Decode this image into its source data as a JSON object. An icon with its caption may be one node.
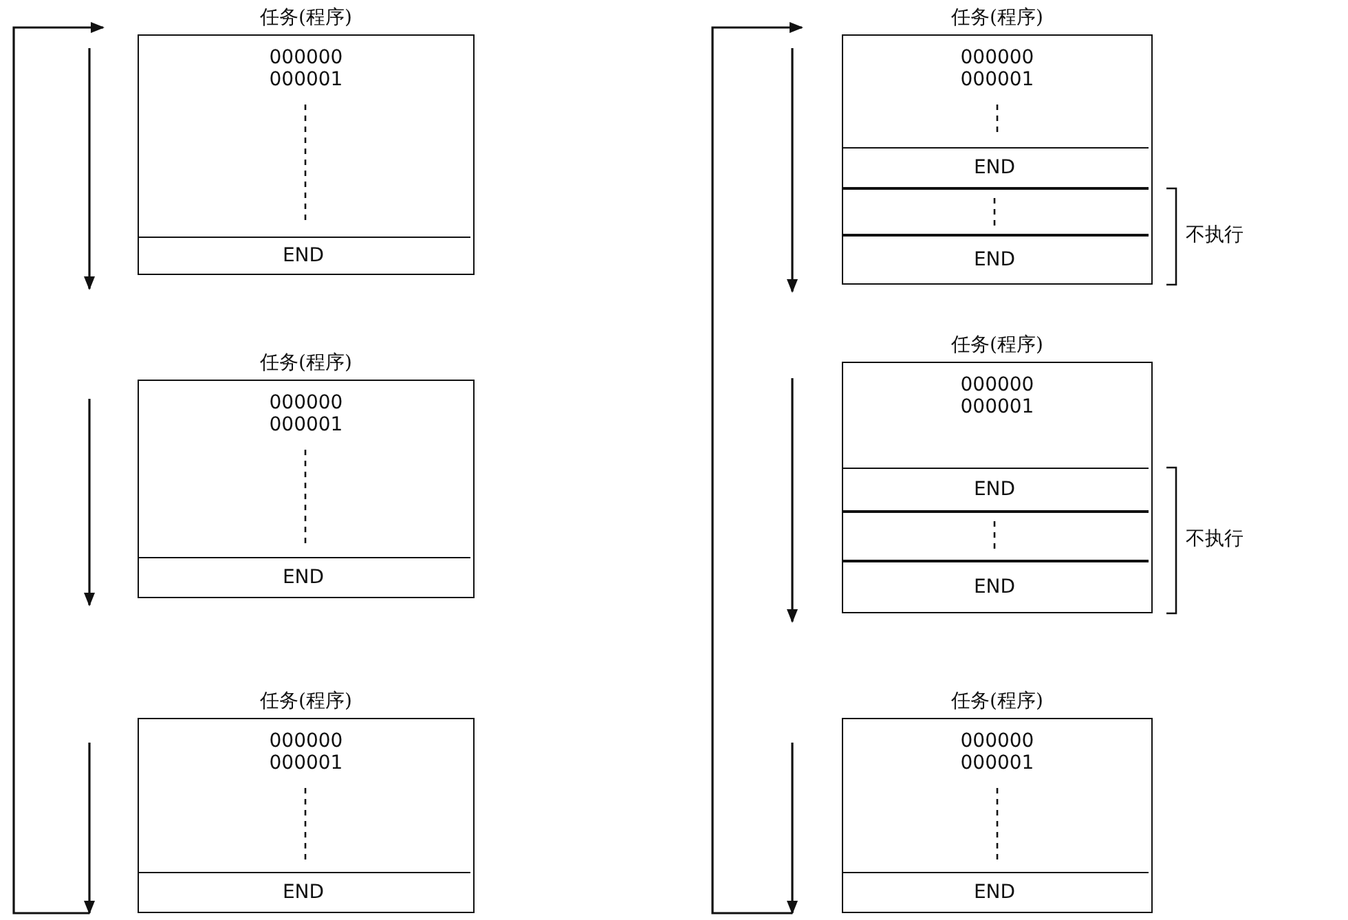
{
  "diagram": {
    "nodes": [
      {
        "text": [
          "任务(程序)",
          "000000 000001"
        ]
      },
      {
        "text": [
          "END"
        ],
        "in": 0
      },
      {
        "text": [
          "任务(程序)",
          "000000 000001"
        ]
      },
      {
        "text": [
          "END"
        ],
        "in": 2
      },
      {
        "text": [
          "任务(程序)",
          "000000 000001"
        ]
      },
      {
        "text": [
          "END"
        ],
        "in": 4
      },
      {
        "text": [
          "任务(程序)",
          "000000 000001"
        ]
      },
      {
        "text": [
          "END"
        ],
        "in": 6
      },
      {
        "text": [],
        "shape": "box",
        "in": 6
      },
      {
        "text": [
          "END"
        ],
        "in": 6
      },
      {
        "text": [
          "任务(程序)",
          "000000 000001"
        ]
      },
      {
        "text": [
          "END"
        ],
        "in": 10
      },
      {
        "text": [],
        "shape": "box",
        "in": 10
      },
      {
        "text": [
          "END"
        ],
        "in": 10
      },
      {
        "text": [
          "任务(程序)",
          "000000 000001"
        ]
      },
      {
        "text": [
          "END"
        ],
        "in": 14
      }
    ],
    "labels": [
      "不执行",
      "不执行"
    ]
  }
}
